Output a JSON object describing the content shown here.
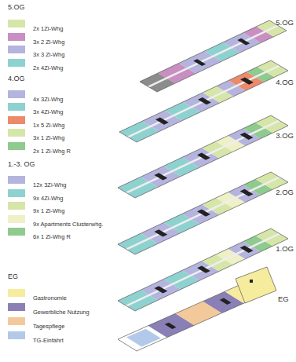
{
  "diagram": {
    "labels": [
      "5.OG",
      "4.OG",
      "1.-3. OG",
      "EG",
      "5.OG",
      "4.OG",
      "3.OG",
      "2.OG",
      "1.OG",
      "EG"
    ],
    "legend": [
      {
        "text": "2x 1Zi-Whg",
        "color": "#d6e6a8"
      },
      {
        "text": "3x 2 Zi-Whg",
        "color": "#c98ec2"
      },
      {
        "text": "3x 3 Zi-Whg",
        "color": "#b4b4de"
      },
      {
        "text": "2x 4Zi-Whg",
        "color": "#8ed2d0"
      },
      {
        "text": "4x 3Zi-Whg",
        "color": "#b4b4de"
      },
      {
        "text": "3x 4Zi-Whg",
        "color": "#8ed2d0"
      },
      {
        "text": "1x 5 Zi-Whg",
        "color": "#ec8a6c"
      },
      {
        "text": "3x 1 Zi-Whg",
        "color": "#d6e6a8"
      },
      {
        "text": "2x 1 Zi-Whg R",
        "color": "#8fca8f"
      },
      {
        "text": "12x 3Zi-Whg",
        "color": "#b4b4de"
      },
      {
        "text": "9x 4Zi-Whg",
        "color": "#8ed2d0"
      },
      {
        "text": "9x 1 Zi-Whg",
        "color": "#d6e6a8"
      },
      {
        "text": "9x Apartments Clusterwhg.",
        "color": "#eff0c6"
      },
      {
        "text": "6x 1 Zi-Whg R",
        "color": "#8fca8f"
      },
      {
        "text": "Gastronomie",
        "color": "#f6ec9e"
      },
      {
        "text": "Gewerbliche Nutzung",
        "color": "#8a80b6"
      },
      {
        "text": "Tagespflege",
        "color": "#f3c99b"
      },
      {
        "text": "TG-Einfahrt",
        "color": "#b2c9e9"
      }
    ]
  }
}
